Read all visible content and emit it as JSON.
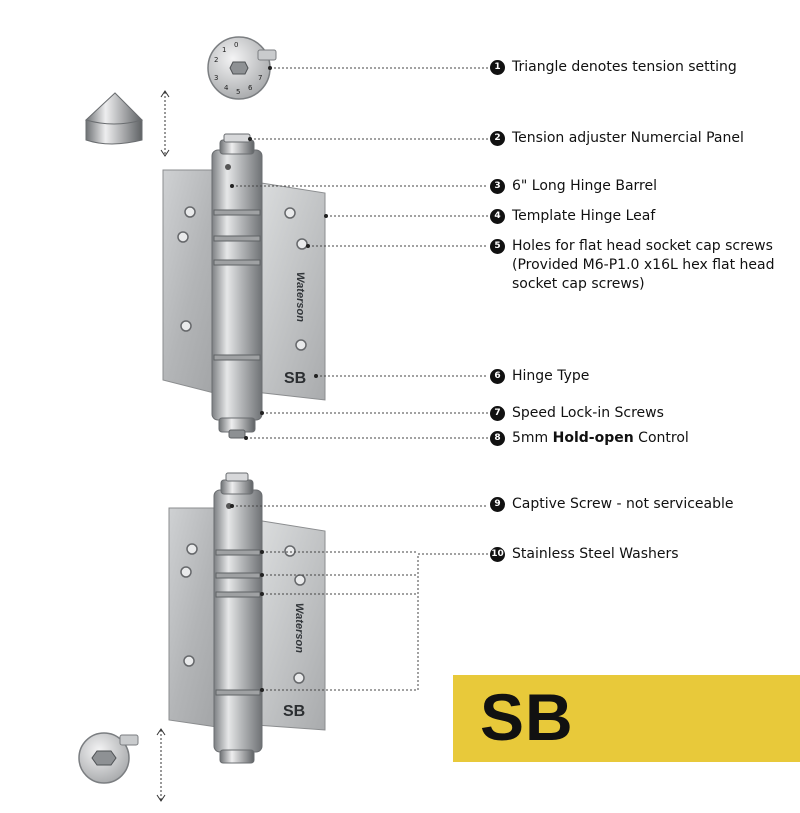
{
  "callouts": [
    {
      "num": "1",
      "text": "Triangle denotes tension setting"
    },
    {
      "num": "2",
      "text": "Tension adjuster Numercial Panel"
    },
    {
      "num": "3",
      "text": "6\" Long Hinge Barrel"
    },
    {
      "num": "4",
      "text": "Template Hinge Leaf"
    },
    {
      "num": "5",
      "text": "Holes for flat head socket cap screws (Provided M6-P1.0 x16L hex flat head socket cap screws)"
    },
    {
      "num": "6",
      "text": "Hinge Type"
    },
    {
      "num": "7",
      "text": "Speed Lock-in Screws"
    },
    {
      "num": "8",
      "pre": "5mm ",
      "bold": "Hold-open",
      "post": " Control"
    },
    {
      "num": "9",
      "text": "Captive Screw - not serviceable"
    },
    {
      "num": "10",
      "text": "Stainless Steel Washers"
    }
  ],
  "hinge_type_label": "SB",
  "brand_text": "Waterson",
  "dial_numbers": [
    "0",
    "1",
    "2",
    "3",
    "4",
    "5",
    "6",
    "7"
  ],
  "badge_text": "SB",
  "colors": {
    "badge": "#e8c93a",
    "steel": "#b5b7b9",
    "ink": "#111111"
  }
}
